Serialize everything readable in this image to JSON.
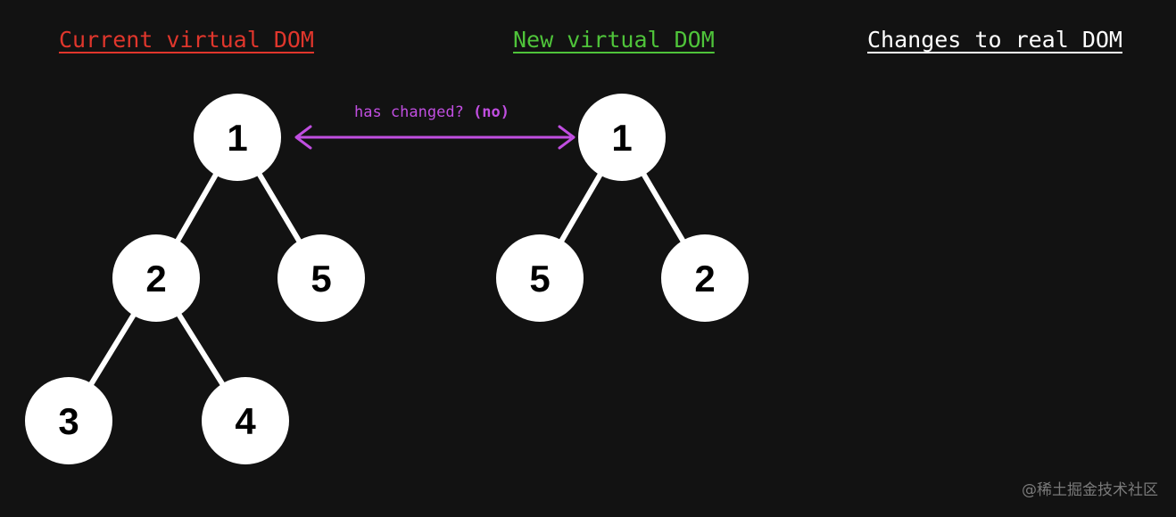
{
  "headings": {
    "current": {
      "text": "Current virtual DOM",
      "color": "#e0362c"
    },
    "new": {
      "text": "New virtual DOM",
      "color": "#4fc43a"
    },
    "changes": {
      "text": "Changes to real DOM",
      "color": "#ffffff"
    }
  },
  "comparison": {
    "text": "has changed?",
    "result": "(no)",
    "color": "#c04ee0"
  },
  "trees": {
    "current": {
      "nodes": [
        "1",
        "2",
        "5",
        "3",
        "4"
      ],
      "edges": [
        [
          "1",
          "2"
        ],
        [
          "1",
          "5"
        ],
        [
          "2",
          "3"
        ],
        [
          "2",
          "4"
        ]
      ]
    },
    "new": {
      "nodes": [
        "1",
        "5",
        "2"
      ],
      "edges": [
        [
          "1",
          "5"
        ],
        [
          "1",
          "2"
        ]
      ]
    }
  },
  "watermark": "@稀土掘金技术社区"
}
